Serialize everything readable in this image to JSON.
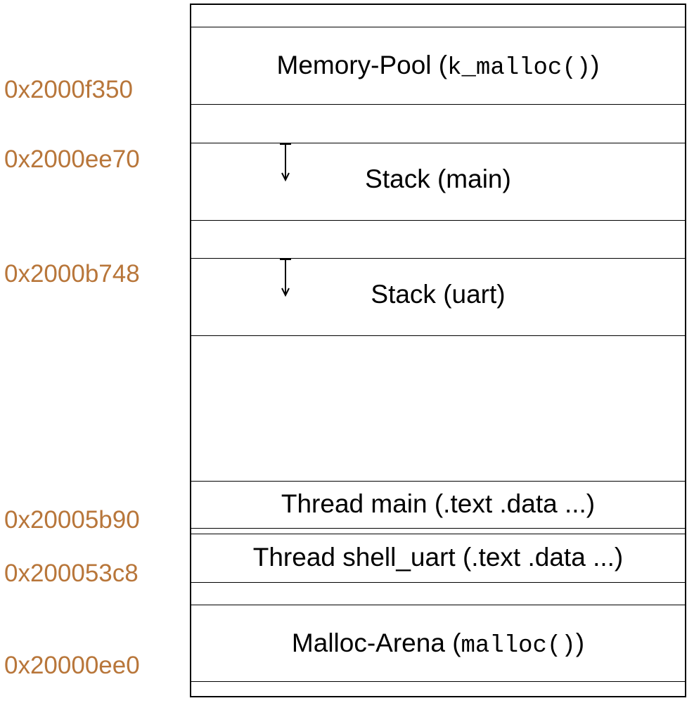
{
  "colors": {
    "address": "#B8763A",
    "line": "#000000"
  },
  "addresses": [
    "0x2000f350",
    "0x2000ee70",
    "0x2000b748",
    "0x20005b90",
    "0x200053c8",
    "0x20000ee0"
  ],
  "regions": {
    "memory_pool": {
      "name": "Memory-Pool",
      "open": "(",
      "code": "k_malloc()",
      "close": ")"
    },
    "stack_main": {
      "label": "Stack (main)",
      "arrow_icon": "down-arrow-icon"
    },
    "stack_uart": {
      "label": "Stack (uart)",
      "arrow_icon": "down-arrow-icon"
    },
    "thread_main": {
      "label": "Thread main (.text .data ...)"
    },
    "thread_shell_uart": {
      "label": "Thread shell_uart (.text .data ...)"
    },
    "malloc_arena": {
      "name": "Malloc-Arena",
      "open": "(",
      "code": "malloc()",
      "close": ")"
    }
  }
}
